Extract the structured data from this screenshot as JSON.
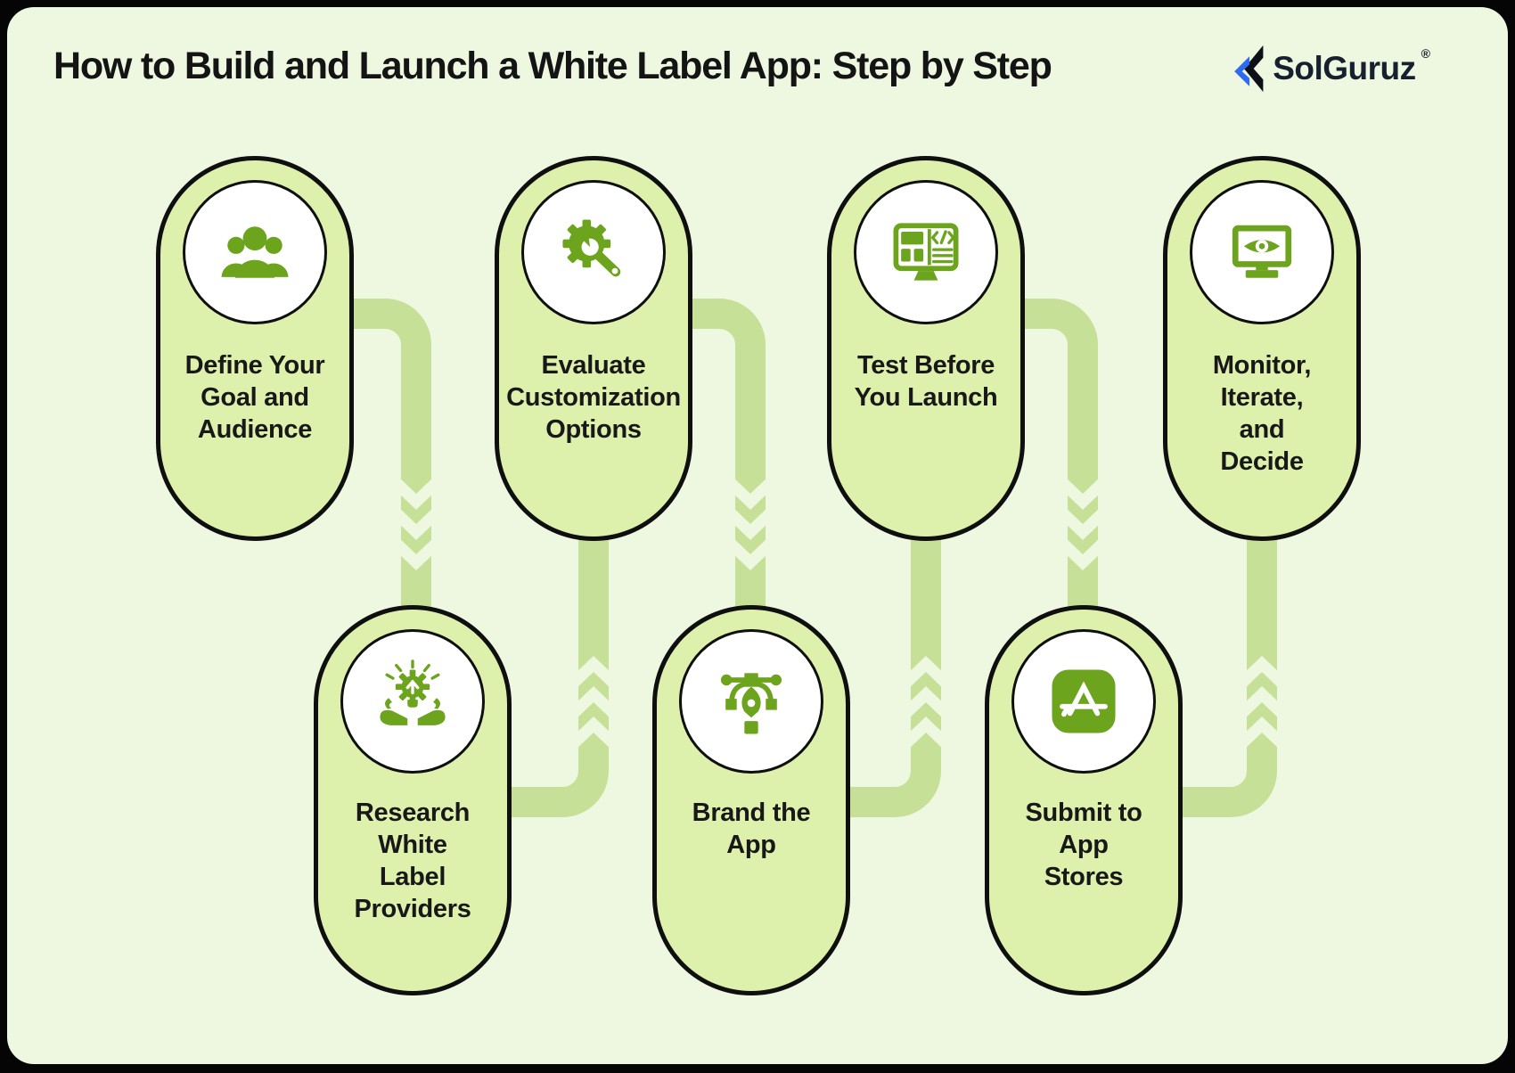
{
  "header": {
    "title": "How to Build and Launch a White Label App: Step by Step",
    "brand_name": "SolGuruz",
    "brand_registered": "®"
  },
  "steps": [
    {
      "id": 1,
      "row": "top",
      "icon": "team-icon",
      "label": "Define Your Goal and Audience",
      "lines": [
        "Define Your",
        "Goal and",
        "Audience"
      ]
    },
    {
      "id": 2,
      "row": "bottom",
      "icon": "idea-hands-icon",
      "label": "Research White Label Providers",
      "lines": [
        "Research",
        "White",
        "Label",
        "Providers"
      ]
    },
    {
      "id": 3,
      "row": "top",
      "icon": "gear-wrench-icon",
      "label": "Evaluate Customization Options",
      "lines": [
        "Evaluate",
        "Customization",
        "Options"
      ]
    },
    {
      "id": 4,
      "row": "bottom",
      "icon": "pen-tool-icon",
      "label": "Brand the App",
      "lines": [
        "Brand the",
        "App"
      ]
    },
    {
      "id": 5,
      "row": "top",
      "icon": "code-monitor-icon",
      "label": "Test Before You Launch",
      "lines": [
        "Test Before",
        "You Launch"
      ]
    },
    {
      "id": 6,
      "row": "bottom",
      "icon": "app-store-icon",
      "label": "Submit to App Stores",
      "lines": [
        "Submit to",
        "App",
        "Stores"
      ]
    },
    {
      "id": 7,
      "row": "top",
      "icon": "eye-monitor-icon",
      "label": "Monitor, Iterate, and Decide",
      "lines": [
        "Monitor,",
        "Iterate,",
        "and",
        "Decide"
      ]
    }
  ],
  "colors": {
    "background": "#eef7e0",
    "pill_fill": "#ddf1ad",
    "outline": "#0f0f0f",
    "connector_band": "#c7e097",
    "icon_green": "#6ca41e",
    "logo_blue": "#2e6bf0",
    "text": "#181818"
  }
}
